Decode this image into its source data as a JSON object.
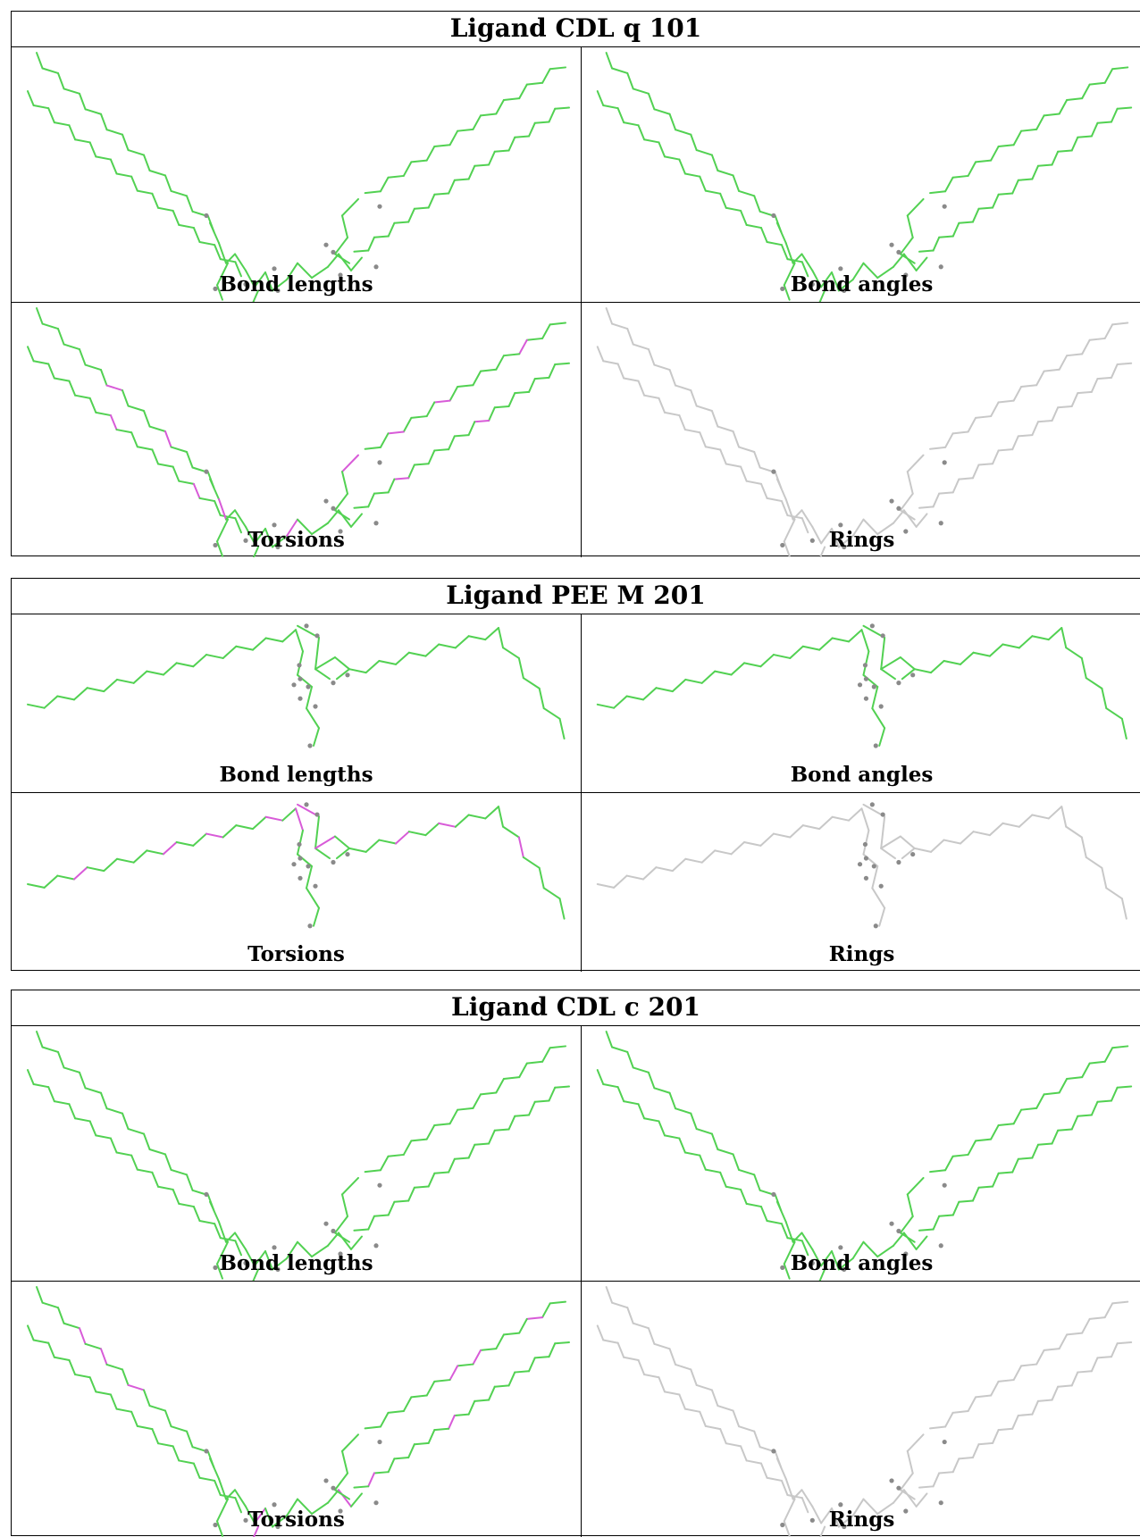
{
  "tables": [
    {
      "title": "Ligand CDL q 101",
      "molecule": "cdl",
      "panels": [
        {
          "caption": "Bond lengths",
          "scheme": "green",
          "magenta": []
        },
        {
          "caption": "Bond angles",
          "scheme": "green",
          "magenta": []
        },
        {
          "caption": "Torsions",
          "scheme": "green",
          "magenta": [
            7,
            12,
            25,
            33,
            41,
            48,
            52,
            63,
            71,
            77,
            84,
            90,
            99,
            105
          ]
        },
        {
          "caption": "Rings",
          "scheme": "gray",
          "magenta": []
        }
      ]
    },
    {
      "title": "Ligand PEE M 201",
      "molecule": "pee",
      "panels": [
        {
          "caption": "Bond lengths",
          "scheme": "green",
          "magenta": []
        },
        {
          "caption": "Bond angles",
          "scheme": "green",
          "magenta": []
        },
        {
          "caption": "Torsions",
          "scheme": "green",
          "magenta": [
            3,
            9,
            12,
            16,
            21,
            24,
            30,
            35,
            38,
            44,
            49,
            53
          ]
        },
        {
          "caption": "Rings",
          "scheme": "gray",
          "magenta": []
        }
      ]
    },
    {
      "title": "Ligand CDL c 201",
      "molecule": "cdl",
      "panels": [
        {
          "caption": "Bond lengths",
          "scheme": "green",
          "magenta": []
        },
        {
          "caption": "Bond angles",
          "scheme": "green",
          "magenta": []
        },
        {
          "caption": "Torsions",
          "scheme": "green",
          "magenta": [
            4,
            6,
            9,
            40,
            45,
            47,
            66,
            74,
            81,
            88,
            96
          ]
        },
        {
          "caption": "Rings",
          "scheme": "gray",
          "magenta": []
        }
      ]
    }
  ],
  "colors": {
    "green": "#52d152",
    "magenta": "#d85bd8",
    "gray": "#c8c8c8",
    "atom": "#8a8a8a"
  }
}
